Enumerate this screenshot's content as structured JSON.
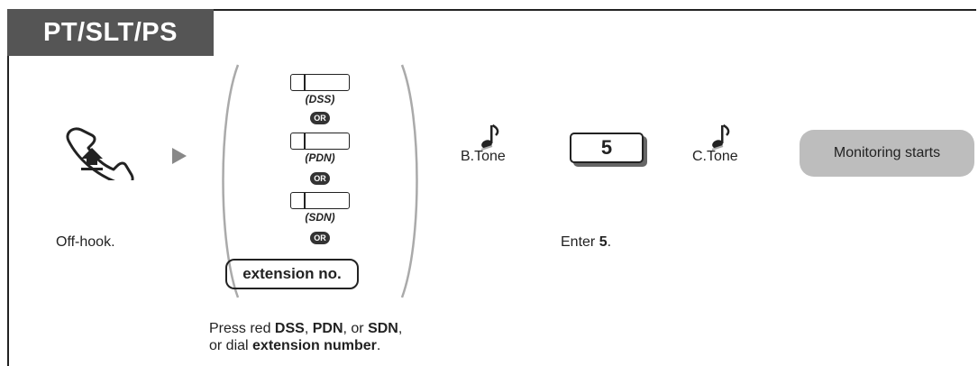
{
  "header": {
    "title": "PT/SLT/PS"
  },
  "steps": {
    "offhook": {
      "caption": "Off-hook."
    },
    "select": {
      "options": [
        {
          "label": "(DSS)"
        },
        {
          "label": "(PDN)"
        },
        {
          "label": "(SDN)"
        }
      ],
      "or_label": "OR",
      "extension_label": "extension no.",
      "desc_parts": [
        "Press red ",
        "DSS",
        ", ",
        "PDN",
        ", or ",
        "SDN",
        ",",
        "or dial ",
        "extension number",
        "."
      ]
    },
    "btone": {
      "label": "B.Tone"
    },
    "enter": {
      "key": "5",
      "desc_prefix": "Enter ",
      "desc_value": "5",
      "desc_suffix": "."
    },
    "ctone": {
      "label": "C.Tone"
    },
    "result": {
      "label": "Monitoring starts"
    }
  },
  "icons": [
    "handset-offhook-icon",
    "play-arrow-icon",
    "music-note-icon"
  ]
}
